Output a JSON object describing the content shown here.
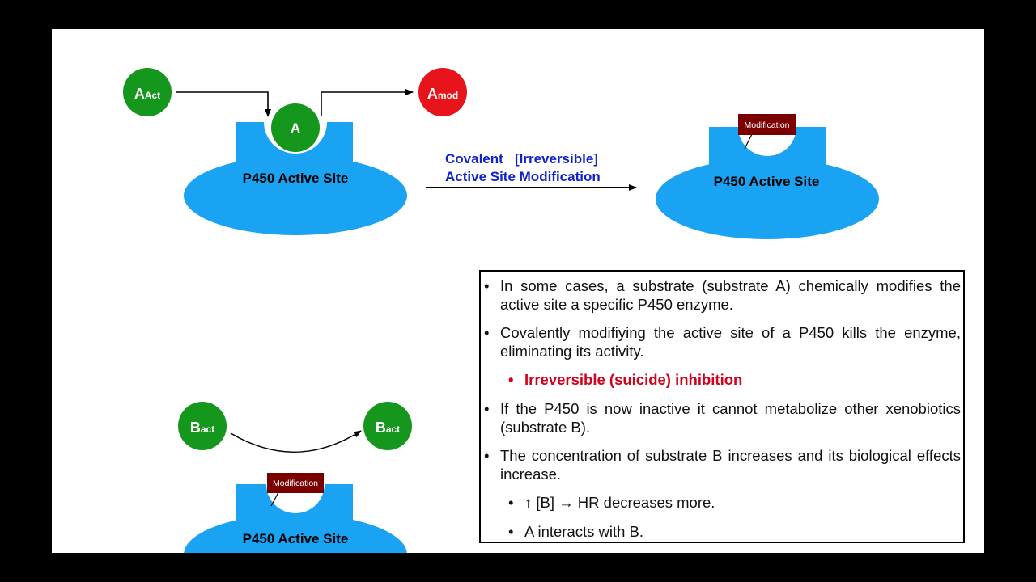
{
  "top_diagram": {
    "substrate_in": {
      "main": "A",
      "sub": "Act"
    },
    "substrate_bound": "A",
    "substrate_out": {
      "main": "A",
      "sub": "mod"
    },
    "enzyme_label": "P450 Active Site",
    "reaction_line1": "Covalent   [Irreversible]",
    "reaction_line2": "Active Site Modification",
    "modified_enzyme_label": "P450 Active Site",
    "modification_tag": "Modification"
  },
  "bottom_diagram": {
    "substrate_left": {
      "main": "B",
      "sub": "act"
    },
    "substrate_right": {
      "main": "B",
      "sub": "act"
    },
    "modification_tag": "Modification",
    "enzyme_label": "P450 Active Site"
  },
  "info": {
    "b1": "In some cases, a substrate (substrate A) chemically modifies the active site a specific P450 enzyme.",
    "b2": "Covalently modifiying the active site of a P450 kills the enzyme, eliminating its activity.",
    "b2_sub": "Irreversible (suicide) inhibition",
    "b3": "If the P450 is now inactive it cannot metabolize other xenobiotics (substrate B).",
    "b4": "The concentration of substrate B increases and its biological effects increase.",
    "b4_sub1": "↑ [B] → HR decreases more.",
    "b4_sub2": "A interacts with B."
  },
  "colors": {
    "enzyme_blue": "#1aa3f2",
    "substrate_green": "#15961d",
    "modified_red": "#e8141b",
    "modification_tag": "#7a0000",
    "reaction_text_blue": "#1022c8",
    "emphasis_red": "#d0021b"
  }
}
